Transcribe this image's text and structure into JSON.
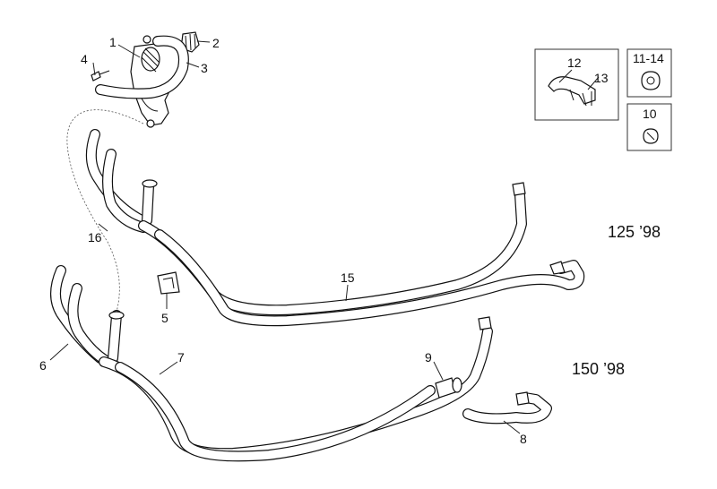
{
  "callouts": {
    "c1": "1",
    "c2": "2",
    "c3": "3",
    "c4": "4",
    "c5": "5",
    "c6": "6",
    "c7": "7",
    "c8": "8",
    "c9": "9",
    "c10": "10",
    "c12": "12",
    "c13": "13",
    "c15": "15",
    "c16": "16",
    "c11_14": "11-14"
  },
  "variants": {
    "upper": "125 ’98",
    "lower": "150 ’98"
  }
}
